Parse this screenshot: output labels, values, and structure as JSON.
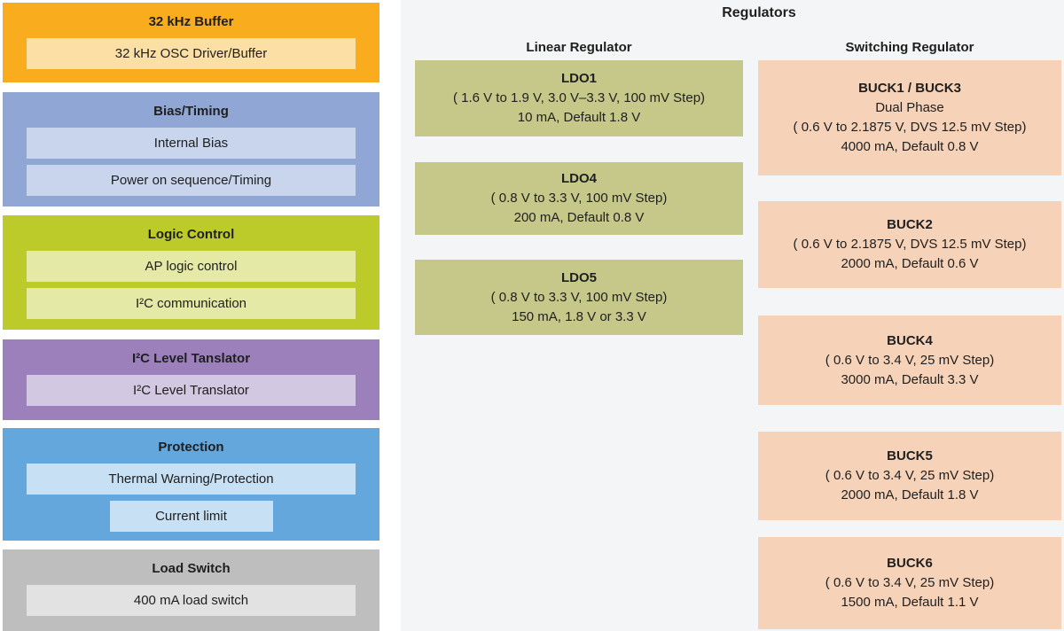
{
  "left_blocks": [
    {
      "title": "32 kHz Buffer",
      "bg": "#f9ad1e",
      "inner_bg": "#fcdfa5",
      "rows": [
        "32 kHz OSC Driver/Buffer"
      ]
    },
    {
      "title": "Bias/Timing",
      "bg": "#90a7d5",
      "inner_bg": "#c9d4ed",
      "rows": [
        "Internal Bias",
        "Power on sequence/Timing"
      ]
    },
    {
      "title": "Logic Control",
      "bg": "#bdcb2a",
      "inner_bg": "#e4e9a6",
      "rows": [
        "AP logic control",
        "I²C communication"
      ]
    },
    {
      "title": "I²C Level Tanslator",
      "bg": "#9b80bb",
      "inner_bg": "#d2c8e2",
      "rows": [
        "I²C Level Translator"
      ]
    },
    {
      "title": "Protection",
      "bg": "#64a7dc",
      "inner_bg": "#c7e0f4",
      "rows": [
        "Thermal Warning/Protection",
        "Current limit"
      ]
    },
    {
      "title": "Load Switch",
      "bg": "#bebebe",
      "inner_bg": "#e2e2e2",
      "rows": [
        "400 mA load switch"
      ]
    }
  ],
  "regulators": {
    "title": "Regulators",
    "panel_bg": "#f4f5f6",
    "columns": [
      {
        "heading": "Linear Regulator",
        "box_bg": "#c6c88a",
        "boxes": [
          {
            "name": "LDO1",
            "lines": [
              "( 1.6 V to 1.9 V, 3.0 V–3.3 V, 100 mV Step)",
              "10 mA, Default 1.8 V"
            ]
          },
          {
            "name": "LDO4",
            "lines": [
              "( 0.8 V to 3.3 V, 100 mV Step)",
              "200 mA, Default 0.8 V"
            ]
          },
          {
            "name": "LDO5",
            "lines": [
              "( 0.8 V to 3.3 V, 100 mV Step)",
              "150 mA, 1.8 V or 3.3 V"
            ]
          }
        ]
      },
      {
        "heading": "Switching Regulator",
        "box_bg": "#f6d3b8",
        "boxes": [
          {
            "name": "BUCK1 / BUCK3",
            "lines": [
              "Dual Phase",
              "( 0.6 V to 2.1875 V, DVS 12.5 mV Step)",
              "4000 mA, Default 0.8 V"
            ]
          },
          {
            "name": "BUCK2",
            "lines": [
              "( 0.6 V to 2.1875 V, DVS 12.5 mV Step)",
              "2000 mA, Default 0.6 V"
            ]
          },
          {
            "name": "BUCK4",
            "lines": [
              "( 0.6 V to 3.4 V, 25 mV Step)",
              "3000 mA, Default 3.3 V"
            ]
          },
          {
            "name": "BUCK5",
            "lines": [
              "( 0.6 V to 3.4 V, 25 mV Step)",
              "2000 mA, Default 1.8 V"
            ]
          },
          {
            "name": "BUCK6",
            "lines": [
              "( 0.6 V to 3.4 V, 25 mV Step)",
              "1500 mA, Default 1.1 V"
            ]
          }
        ]
      }
    ]
  },
  "colors": {
    "text": "#1f1f1f",
    "page_bg": "#ffffff"
  }
}
